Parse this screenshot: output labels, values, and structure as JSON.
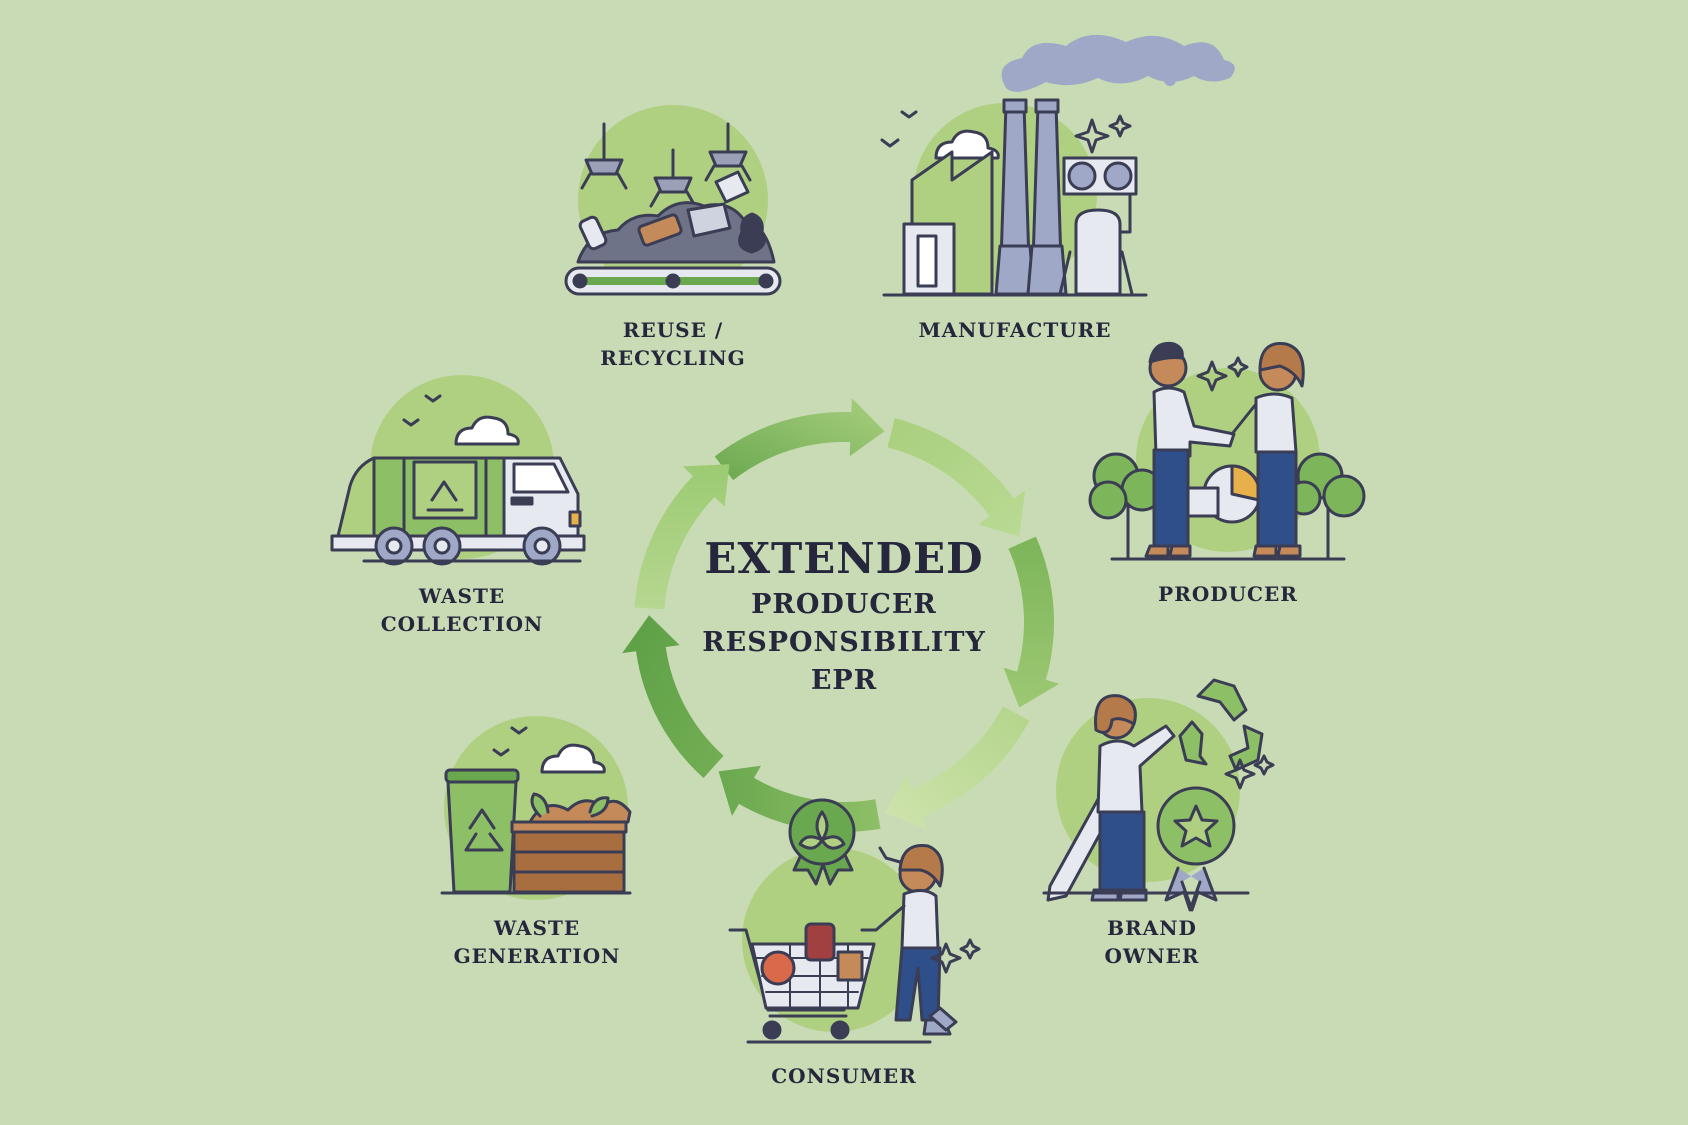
{
  "title": {
    "line1": "EXTENDED",
    "line2": "PRODUCER",
    "line3": "RESPONSIBILITY",
    "line4": "EPR"
  },
  "stages": {
    "reuse": [
      "REUSE /",
      "RECYCLING"
    ],
    "manufacture": [
      "MANUFACTURE"
    ],
    "producer": [
      "PRODUCER"
    ],
    "brand_owner": [
      "BRAND",
      "OWNER"
    ],
    "consumer": [
      "CONSUMER"
    ],
    "waste_generation": [
      "WASTE",
      "GENERATION"
    ],
    "waste_collection": [
      "WASTE",
      "COLLECTION"
    ]
  },
  "colors": {
    "background": "#c8dbb4",
    "arrow_dark": "#6aa84f",
    "arrow_light": "#b3d58a",
    "outline": "#3b3d55",
    "blob": "#afd080",
    "text": "#26273d"
  },
  "icons": [
    "recycling-sorting-icon",
    "factory-icon",
    "handshake-icon",
    "brand-owner-icon",
    "shopping-cart-icon",
    "compost-bin-icon",
    "garbage-truck-icon",
    "recycle-icon"
  ]
}
